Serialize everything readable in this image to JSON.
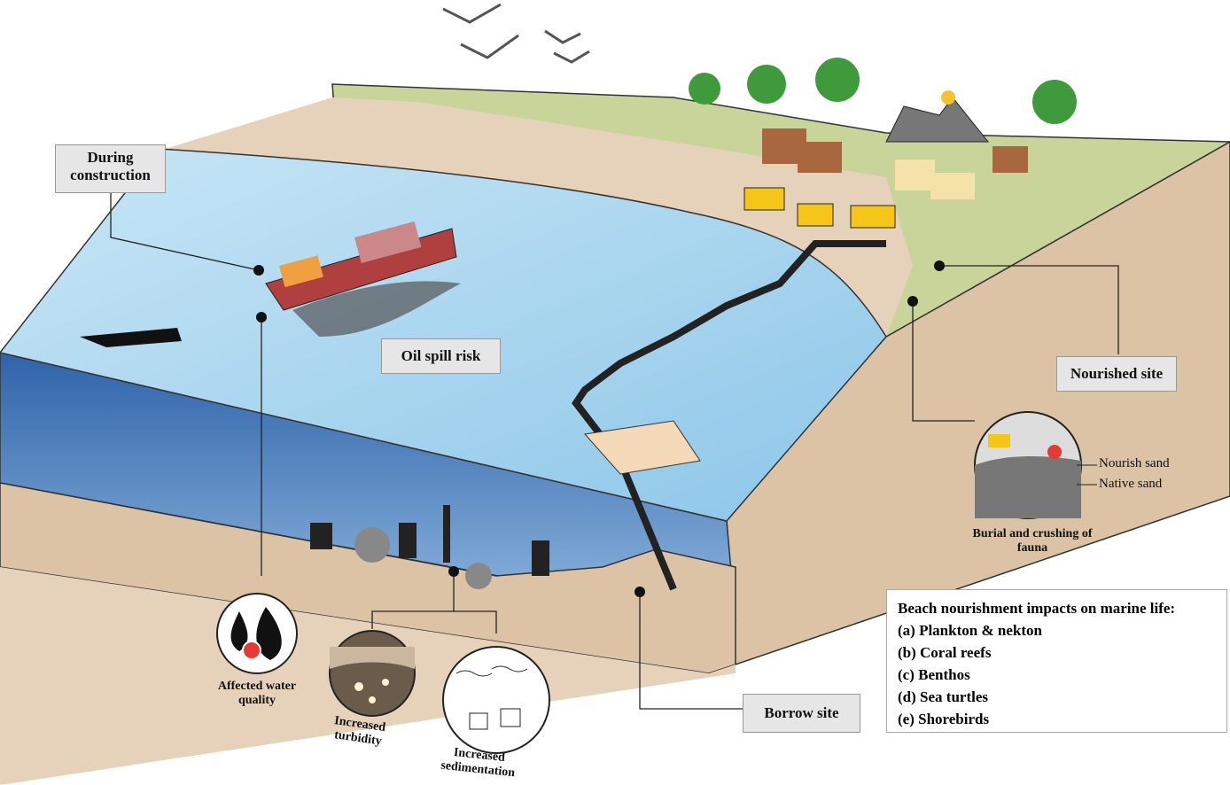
{
  "labels": {
    "during_construction": "During construction",
    "oil_spill": "Oil spill risk",
    "nourished_site": "Nourished site",
    "borrow_site": "Borrow site",
    "nourish_sand": "Nourish sand",
    "native_sand": "Native sand",
    "burial": "Burial and crushing of fauna",
    "water_quality": "Affected water quality",
    "turbidity": "Increased turbidity",
    "sedimentation": "Increased sedimentation"
  },
  "legend": {
    "title": "Beach nourishment impacts on marine life:",
    "items": [
      "(a) Plankton & nekton",
      "(b) Coral reefs",
      "(c) Benthos",
      "(d) Sea turtles",
      "(e) Shorebirds"
    ]
  },
  "colors": {
    "water": "#a9d6ef",
    "deep_water": "#3f78b8",
    "sand": "#e3cdb2",
    "grass": "#c8d49a",
    "label_bg": "#e6e6e6"
  }
}
